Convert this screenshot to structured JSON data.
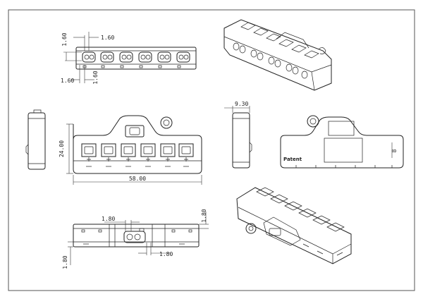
{
  "sheet": {
    "border_color": "#555555",
    "line_color": "#222222"
  },
  "dimensions": {
    "top_gap": "1.60",
    "top_left": "1.60",
    "top_height": "1.60",
    "top_left_outer": "1.60",
    "depth": "9.30",
    "height": "24.00",
    "length": "58.00",
    "mark": "8",
    "bottom_gap": "1.80",
    "bottom_right": "1.80",
    "bottom_lower": "1.80",
    "bottom_left": "1.80"
  },
  "labels": {
    "patent": "Patent"
  }
}
